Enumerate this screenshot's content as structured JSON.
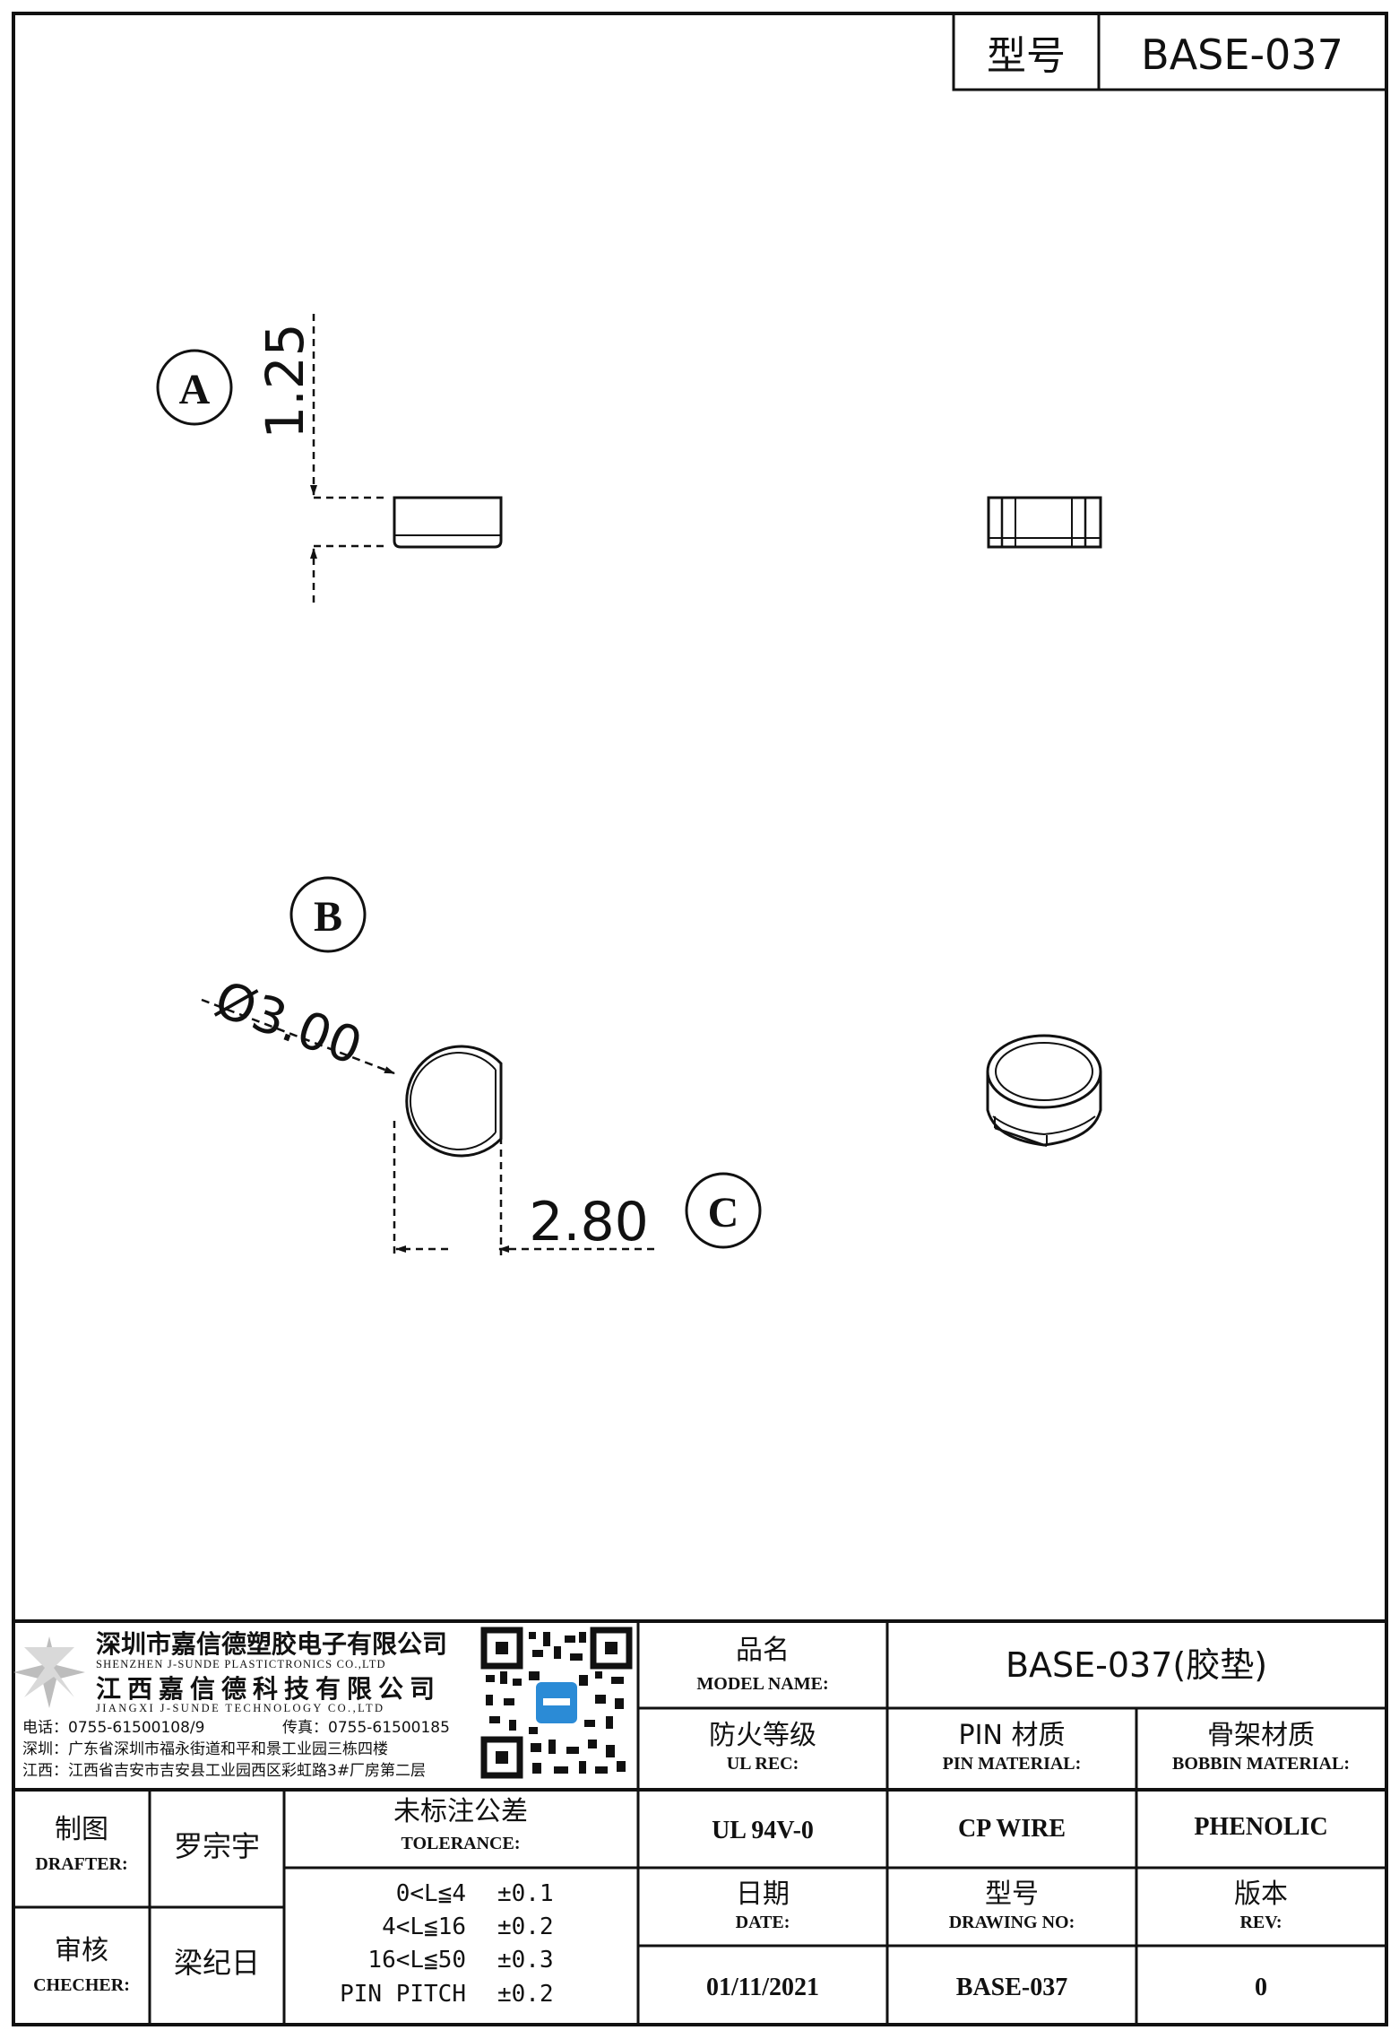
{
  "header": {
    "model_label": "型号",
    "model_value": "BASE-037"
  },
  "drawing": {
    "view_a_label": "A",
    "view_b_label": "B",
    "view_c_label": "C",
    "dim_height": "1.25",
    "dim_diameter": "Ø3.00",
    "dim_flat": "2.80"
  },
  "company": {
    "name_cn_1": "深圳市嘉信德塑胶电子有限公司",
    "name_en_1": "SHENZHEN J-SUNDE PLASTICTRONICS CO.,LTD",
    "name_cn_2": "江西嘉信德科技有限公司",
    "name_en_2": "JIANGXI J-SUNDE TECHNOLOGY CO.,LTD",
    "phone": "电话：0755-61500108/9",
    "fax": "传真：0755-61500185",
    "addr_sz": "深圳：广东省深圳市福永街道和平和景工业园三栋四楼",
    "addr_jx": "江西：江西省吉安市吉安县工业园西区彩虹路3#厂房第二层"
  },
  "title_block": {
    "product_name_cn": "品名",
    "product_name_en": "MODEL NAME:",
    "product_name_value": "BASE-037(胶垫)",
    "ul_cn": "防火等级",
    "ul_en": "UL REC:",
    "ul_value": "UL 94V-0",
    "pin_cn": "PIN 材质",
    "pin_en": "PIN MATERIAL:",
    "pin_value": "CP WIRE",
    "bobbin_cn": "骨架材质",
    "bobbin_en": "BOBBIN MATERIAL:",
    "bobbin_value": "PHENOLIC",
    "drafter_cn": "制图",
    "drafter_en": "DRAFTER:",
    "drafter_name": "罗宗宇",
    "checker_cn": "审核",
    "checker_en": "CHECHER:",
    "checker_name": "梁纪日",
    "tolerance_cn": "未标注公差",
    "tolerance_en": "TOLERANCE:",
    "tolerance_rows": [
      {
        "range": "0<L≦4",
        "value": "±0.1"
      },
      {
        "range": "4<L≦16",
        "value": "±0.2"
      },
      {
        "range": "16<L≦50",
        "value": "±0.3"
      },
      {
        "range": "PIN PITCH",
        "value": "±0.2"
      }
    ],
    "date_cn": "日期",
    "date_en": "DATE:",
    "date_value": "01/11/2021",
    "drawing_no_cn": "型号",
    "drawing_no_en": "DRAWING NO:",
    "drawing_no_value": "BASE-037",
    "rev_cn": "版本",
    "rev_en": "REV:",
    "rev_value": "0"
  }
}
